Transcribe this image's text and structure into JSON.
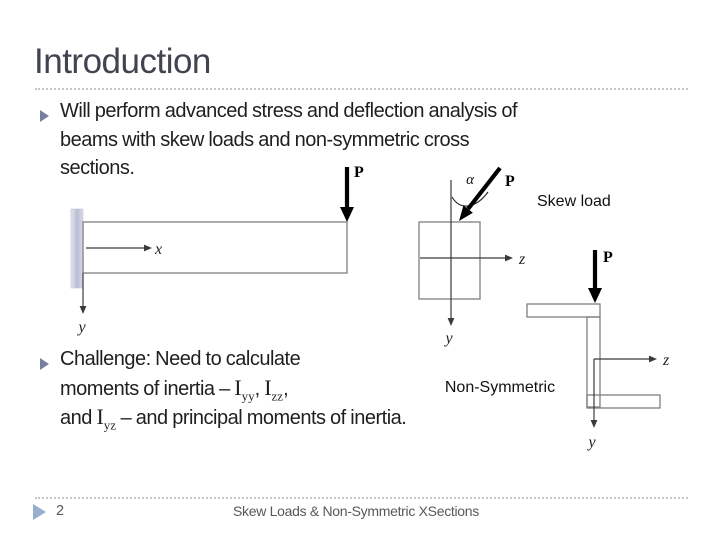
{
  "title": "Introduction",
  "bullets": {
    "b1": {
      "line1": "Will perform advanced stress and deflection analysis of",
      "line2": "beams with skew loads and non-symmetric cross",
      "line3": "sections."
    },
    "b2": {
      "line1": "Challenge: Need to calculate",
      "line2_pre": "moments of inertia – ",
      "I1": "I",
      "I1_sub": "yy",
      "sep1": ", ",
      "I2": "I",
      "I2_sub": "zz",
      "sep2": ",",
      "line3_pre": "and ",
      "I3": "I",
      "I3_sub": "yz",
      "line3_post": " – and principal moments of inertia."
    }
  },
  "diagram": {
    "beam": {
      "load_label": "P",
      "x_label": "x",
      "y_label": "y"
    },
    "rect_section": {
      "load_label": "P",
      "alpha_label": "α",
      "z_label": "z",
      "y_label": "y",
      "caption": "Skew load"
    },
    "z_section": {
      "load_label": "P",
      "z_label": "z",
      "y_label": "y",
      "caption": "Non-Symmetric"
    }
  },
  "footer": {
    "page_number": "2",
    "title": "Skew Loads & Non-Symmetric XSections"
  },
  "colors": {
    "title_text": "#414351",
    "body_text": "#1f1f1f",
    "bullet_arrow": "#76819E",
    "footer_arrow": "#96B0CC",
    "footer_text": "#595959",
    "diagram_outline": "#808080",
    "load_arrow": "#000000"
  }
}
